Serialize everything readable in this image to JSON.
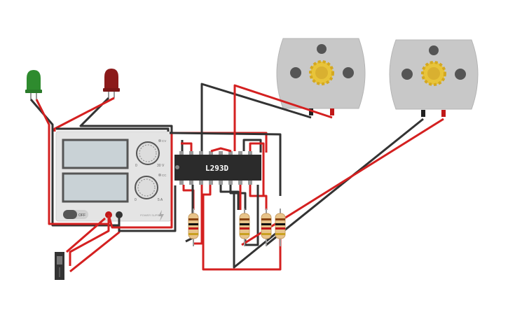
{
  "circuit": {
    "chip": {
      "label": "L293D",
      "body_color": "#2b2b2b",
      "text_color": "#ffffff"
    },
    "power_supply": {
      "off_label": "OFF",
      "knob_voltage_min": "0",
      "knob_voltage_max": "30 V",
      "knob_current_min": "0",
      "knob_current_max": "5 A",
      "cv_label": "CV",
      "cc_label": "CC",
      "brand_label": "POWER SUPPLY"
    },
    "leds": [
      {
        "name": "green",
        "color": "#2e8b2e"
      },
      {
        "name": "red",
        "color": "#8b1a1a"
      }
    ],
    "motors": [
      {
        "name": "motor-1"
      },
      {
        "name": "motor-2"
      }
    ],
    "resistors": [
      {
        "name": "r1"
      },
      {
        "name": "r2"
      },
      {
        "name": "r3"
      },
      {
        "name": "r4"
      }
    ],
    "wire_colors": {
      "positive": "#d42020",
      "negative": "#333333"
    },
    "colors": {
      "motor_body": "#c8c8c8",
      "gear": "#e8c43a",
      "psu_body": "#e4e4e4",
      "display": "#c9d2d6",
      "resistor_body": "#e8c48a"
    }
  }
}
